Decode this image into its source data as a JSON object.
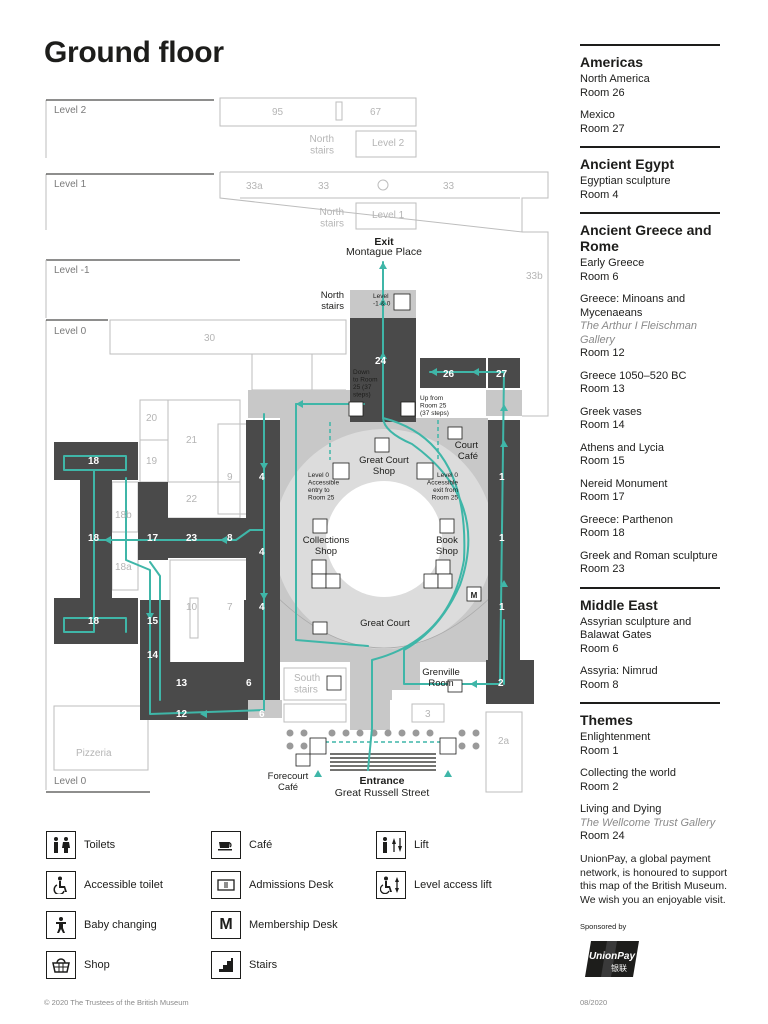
{
  "title": "Ground floor",
  "levels": {
    "level2": "Level 2",
    "level1": "Level 1",
    "level_minus1": "Level -1",
    "level0_top": "Level 0",
    "level0_bottom": "Level 0"
  },
  "faint_rooms": {
    "r95": "95",
    "r67": "67",
    "north_stairs_l2": "North\nstairs",
    "lift_l2": "Level 2",
    "r33a": "33a",
    "r33_1": "33",
    "r33_2": "33",
    "north_stairs_l1": "North\nstairs",
    "lift_l1": "Level 1",
    "r33b": "33b",
    "r30": "30",
    "r20": "20",
    "r21": "21",
    "r19": "19",
    "r22": "22",
    "r9": "9",
    "r18b": "18b",
    "r18a": "18a",
    "r10": "10",
    "r7": "7",
    "south_stairs": "South\nstairs",
    "r3": "3",
    "r2a": "2a",
    "pizzeria": "Pizzeria"
  },
  "dark_rooms": {
    "r24": "24",
    "r26": "26",
    "r27": "27",
    "r18_top": "18",
    "r18_mid": "18",
    "r18_bot": "18",
    "r17": "17",
    "r23": "23",
    "r8": "8",
    "r4a": "4",
    "r4b": "4",
    "r4c": "4",
    "r1a": "1",
    "r1b": "1",
    "r1c": "1",
    "r15": "15",
    "r14": "14",
    "r13": "13",
    "r6a": "6",
    "r6b": "6",
    "r12": "12",
    "r2": "2"
  },
  "labels": {
    "exit": "Exit",
    "montague": "Montague Place",
    "north_stairs": "North\nstairs",
    "lift_level": "Level\n-1 & 0",
    "down_to_25": "Down\nto Room\n25 (37\nsteps)",
    "up_from_25": "Up from\nRoom 25\n(37 steps)",
    "court_cafe": "Court\nCafé",
    "great_court_shop": "Great Court\nShop",
    "accessible_entry": "Level 0\nAccessible\nentry to\nRoom 25",
    "accessible_exit": "Level 0\nAccessible\nexit from\nRoom 25",
    "collections_shop": "Collections\nShop",
    "book_shop": "Book\nShop",
    "great_court": "Great Court",
    "grenville": "Grenville\nRoom",
    "forecourt_cafe": "Forecourt\nCafé",
    "entrance": "Entrance",
    "great_russell": "Great Russell Street"
  },
  "sections": [
    {
      "title": "Americas",
      "entries": [
        {
          "lines": [
            "North America",
            "Room 26"
          ]
        },
        {
          "lines": [
            "Mexico",
            "Room 27"
          ]
        }
      ]
    },
    {
      "title": "Ancient Egypt",
      "entries": [
        {
          "lines": [
            "Egyptian sculpture",
            "Room 4"
          ]
        }
      ]
    },
    {
      "title": "Ancient Greece and Rome",
      "entries": [
        {
          "lines": [
            "Early Greece",
            "Room 6"
          ]
        },
        {
          "lines": [
            "Greece: Minoans and Mycenaeans"
          ],
          "sub": "The Arthur I Fleischman Gallery",
          "room": "Room 12"
        },
        {
          "lines": [
            "Greece 1050–520 BC",
            "Room 13"
          ]
        },
        {
          "lines": [
            "Greek vases",
            "Room 14"
          ]
        },
        {
          "lines": [
            "Athens and Lycia",
            "Room 15"
          ]
        },
        {
          "lines": [
            "Nereid Monument",
            "Room 17"
          ]
        },
        {
          "lines": [
            "Greece: Parthenon",
            "Room 18"
          ]
        },
        {
          "lines": [
            "Greek and Roman sculpture",
            "Room 23"
          ]
        }
      ]
    },
    {
      "title": "Middle East",
      "entries": [
        {
          "lines": [
            "Assyrian sculpture and Balawat Gates",
            "Room 6"
          ]
        },
        {
          "lines": [
            "Assyria: Nimrud",
            "Room 8"
          ]
        }
      ]
    },
    {
      "title": "Themes",
      "entries": [
        {
          "lines": [
            "Enlightenment",
            "Room 1"
          ]
        },
        {
          "lines": [
            "Collecting the world",
            "Room 2"
          ]
        },
        {
          "lines": [
            "Living and Dying"
          ],
          "sub": "The Wellcome Trust Gallery",
          "room": "Room 24"
        }
      ]
    }
  ],
  "sponsor_text": "UnionPay, a global payment network, is honoured to support this map of the British Museum. We wish you an enjoyable visit.",
  "sponsored_by": "Sponsored by",
  "logo_text": "UnionPay",
  "logo_cn": "银联",
  "legend": {
    "toilets": "Toilets",
    "accessible_toilet": "Accessible toilet",
    "baby_changing": "Baby changing",
    "shop": "Shop",
    "cafe": "Café",
    "admissions_desk": "Admissions Desk",
    "membership_desk": "Membership Desk",
    "stairs": "Stairs",
    "lift": "Lift",
    "level_access_lift": "Level access lift",
    "membership_glyph": "M"
  },
  "copyright": "© 2020 The Trustees of the British Museum",
  "date": "08/2020",
  "colors": {
    "route": "#3fb6a8",
    "dark_room": "#4a4a4a",
    "court": "#c6c6c6",
    "faint": "#b5b5b5"
  }
}
